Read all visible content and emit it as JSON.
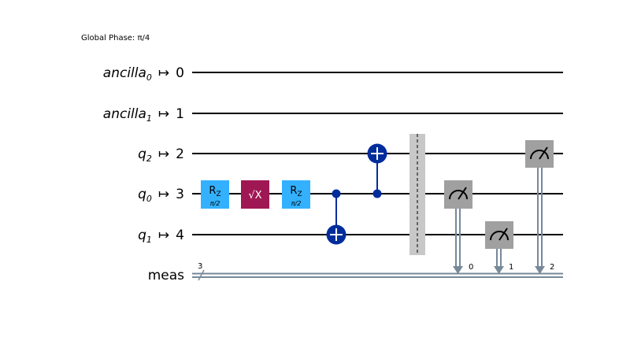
{
  "global_phase": "Global Phase: π/4",
  "wires": [
    {
      "name": "ancilla",
      "subscript": "0",
      "maps_to": "0",
      "italic": true
    },
    {
      "name": "ancilla",
      "subscript": "1",
      "maps_to": "1",
      "italic": true
    },
    {
      "name": "q",
      "subscript": "2",
      "maps_to": "2",
      "italic": true
    },
    {
      "name": "q",
      "subscript": "0",
      "maps_to": "3",
      "italic": true
    },
    {
      "name": "q",
      "subscript": "1",
      "maps_to": "4",
      "italic": true
    }
  ],
  "arrow_symbol": "↦",
  "classical": {
    "name": "meas",
    "width": "3",
    "bits": [
      "0",
      "1",
      "2"
    ]
  },
  "gates": [
    {
      "type": "rz",
      "label": "R",
      "label_sub": "Z",
      "param": "π/2",
      "wire": 3,
      "color": "#33b1ff"
    },
    {
      "type": "sx",
      "label": "√X",
      "wire": 3,
      "color": "#9f1853"
    },
    {
      "type": "rz",
      "label": "R",
      "label_sub": "Z",
      "param": "π/2",
      "wire": 3,
      "color": "#33b1ff"
    },
    {
      "type": "cx",
      "control": 3,
      "target": 4,
      "color": "#002d9c"
    },
    {
      "type": "cx",
      "control": 3,
      "target": 2,
      "color": "#002d9c"
    },
    {
      "type": "barrier",
      "color": "#c8c8c8"
    },
    {
      "type": "measure",
      "wire": 3,
      "clbit": "0",
      "color": "#a0a0a0"
    },
    {
      "type": "measure",
      "wire": 4,
      "clbit": "1",
      "color": "#a0a0a0"
    },
    {
      "type": "measure",
      "wire": 2,
      "clbit": "2",
      "color": "#a0a0a0"
    }
  ],
  "colors": {
    "wire": "#000000",
    "classical_wire": "#778899"
  }
}
